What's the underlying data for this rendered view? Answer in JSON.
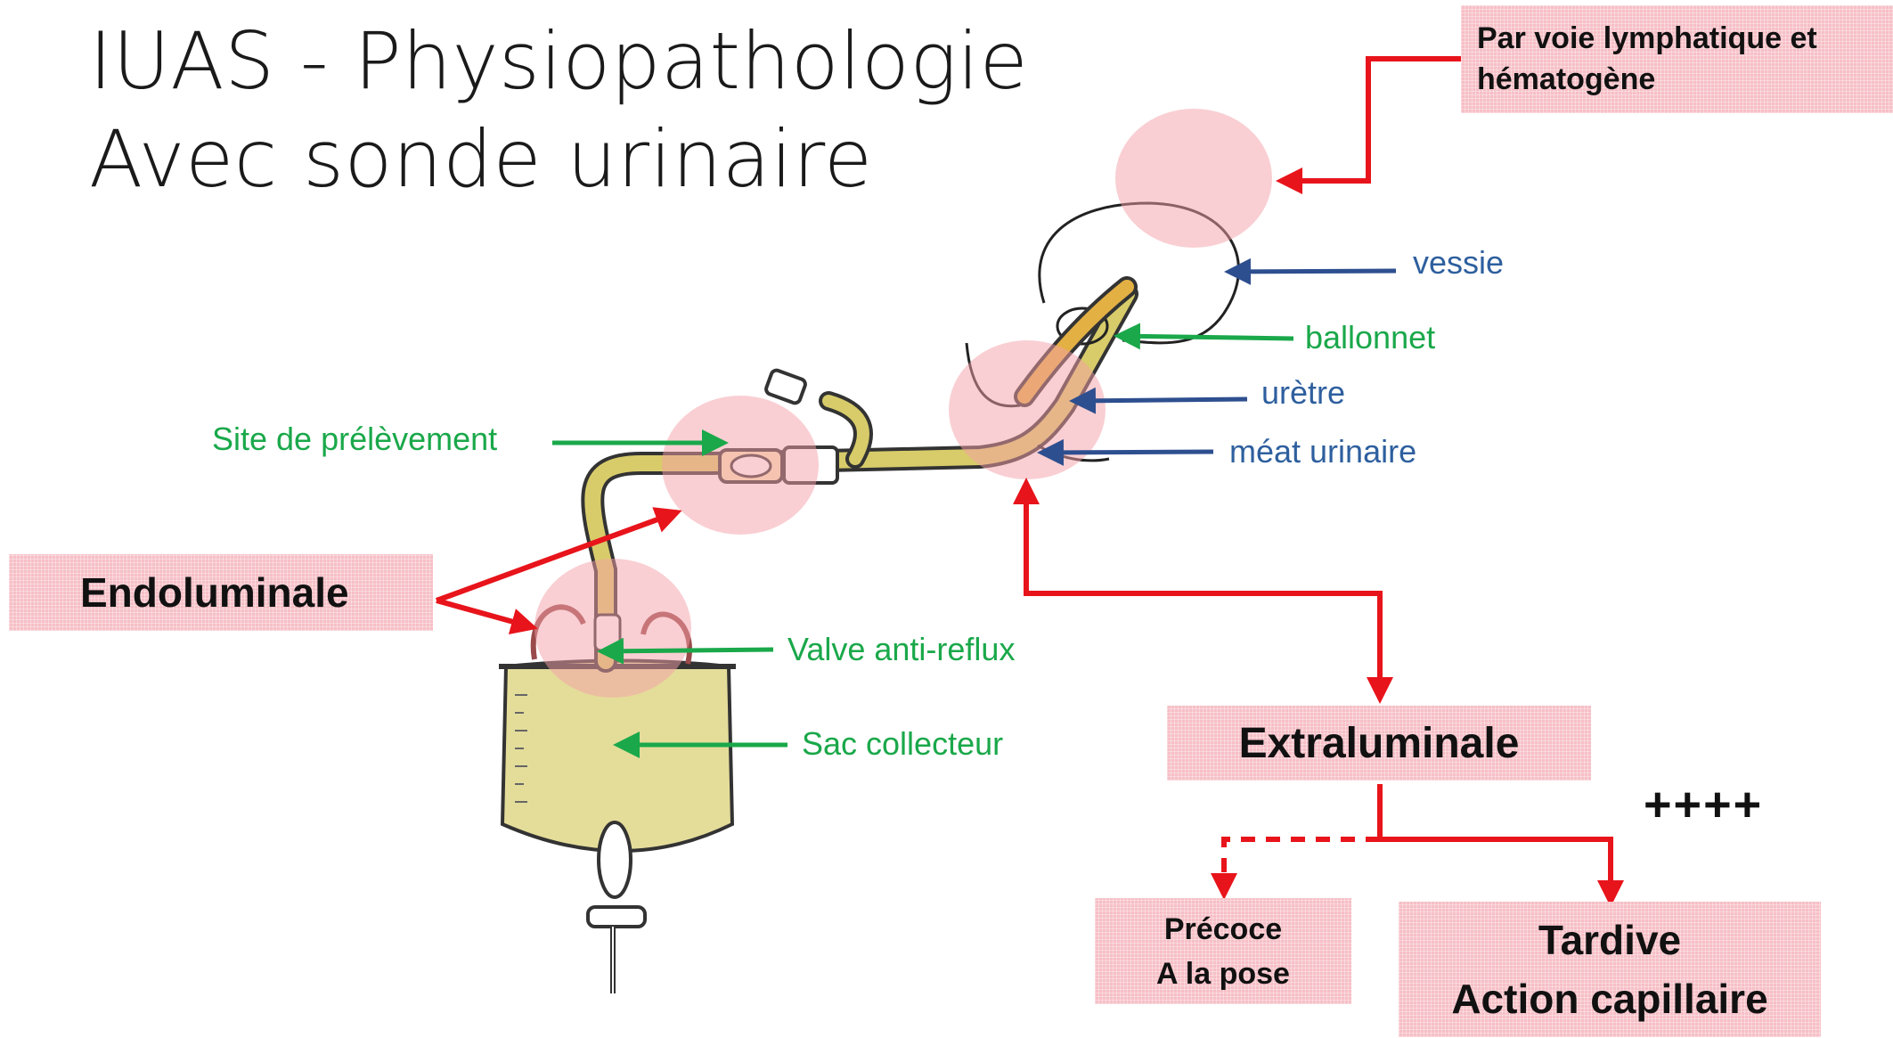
{
  "title": {
    "line1": "IUAS - Physiopathologie",
    "line2": "Avec sonde urinaire"
  },
  "boxes": {
    "lymph": "Par voie lymphatique et hématogène",
    "endo": "Endoluminale",
    "extra": "Extraluminale",
    "precoce_1": "Précoce",
    "precoce_2": "A la pose",
    "tardive_1": "Tardive",
    "tardive_2": "Action capillaire"
  },
  "labels": {
    "vessie": "vessie",
    "ballonnet": "ballonnet",
    "uretre": "urètre",
    "meat": "méat urinaire",
    "site": "Site de prélèvement",
    "valve": "Valve anti-reflux",
    "sac": "Sac collecteur"
  },
  "plus": "++++",
  "colors": {
    "red_arrow": "#e8141b",
    "green_arrow": "#1aa84a",
    "blue_arrow": "#2e4f8f",
    "highlight_box": "#f6bfc6",
    "infection_zone": "#f3a0a8",
    "tube": "#d8cc6a",
    "bag": "#e4dd9a"
  }
}
